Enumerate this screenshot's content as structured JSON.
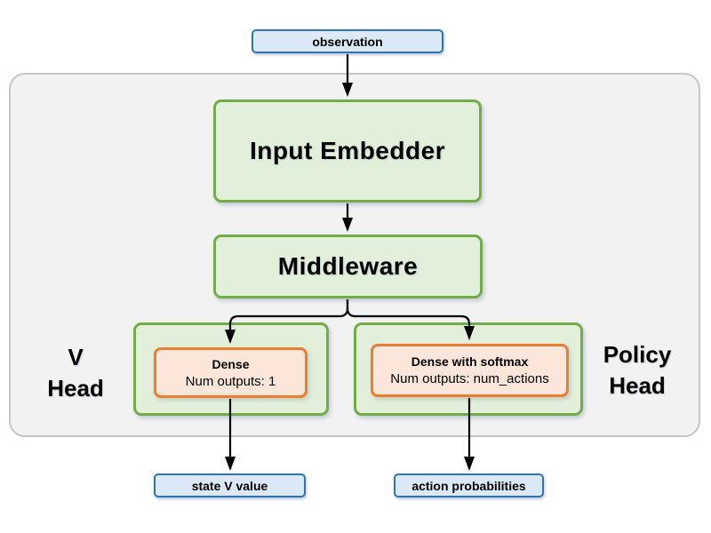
{
  "nodes": {
    "observation": {
      "label": "observation"
    },
    "input_embedder": {
      "label": "Input Embedder"
    },
    "middleware": {
      "label": "Middleware"
    },
    "v_head": {
      "label": [
        "V",
        "Head"
      ]
    },
    "v_dense": {
      "title": "Dense",
      "subtitle": "Num outputs: 1"
    },
    "policy_head": {
      "label": [
        "Policy",
        "Head"
      ]
    },
    "policy_dense": {
      "title": "Dense with softmax",
      "subtitle": "Num outputs: num_actions"
    },
    "state_v_value": {
      "label": "state V value"
    },
    "action_probabilities": {
      "label": "action probabilities"
    }
  },
  "colors": {
    "io_fill": "#dbe8f5",
    "io_border": "#2e75b6",
    "block_fill": "#e2efda",
    "block_border": "#70ad47",
    "dense_fill": "#fce6d9",
    "dense_border": "#ed7d31",
    "container_fill": "#f2f2f2",
    "container_border": "#c6c6c6",
    "arrow": "#000000",
    "text": "#000000"
  }
}
